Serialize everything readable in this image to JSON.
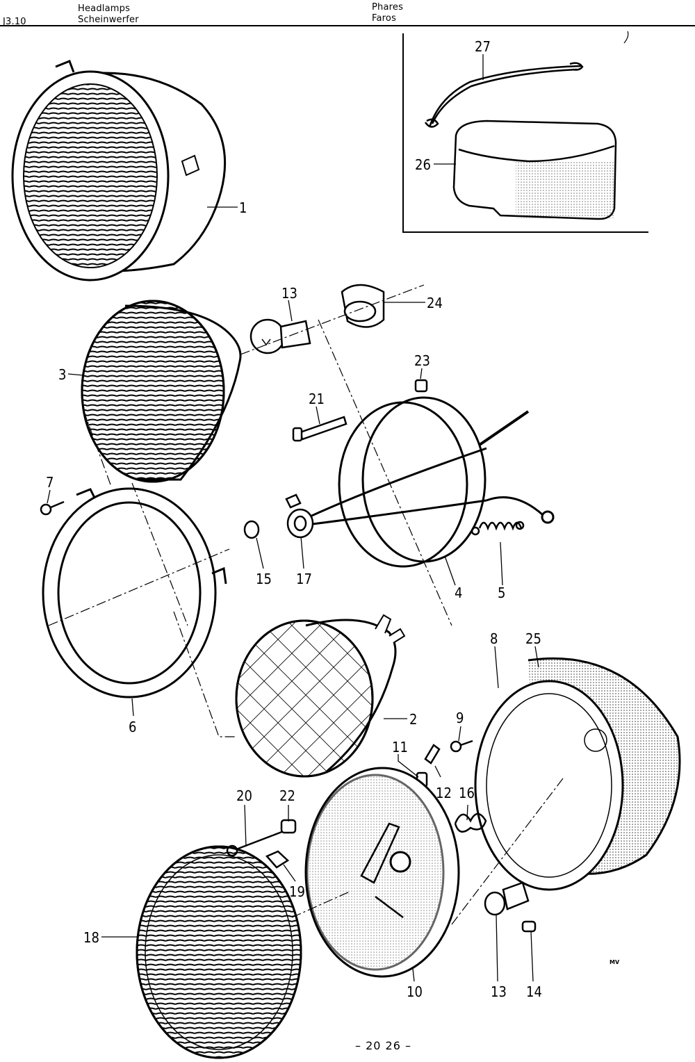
{
  "header": {
    "section_code": "J3.10",
    "title_en": "Headlamps",
    "title_de": "Scheinwerfer",
    "title_fr": "Phares",
    "title_es": "Faros"
  },
  "footer": {
    "page_number": "– 20 26 –",
    "artist_mark": "MV"
  },
  "callouts": [
    "27",
    "26",
    "1",
    "13",
    "24",
    "3",
    "23",
    "21",
    "7",
    "15",
    "17",
    "4",
    "5",
    "8",
    "25",
    "9",
    "6",
    "2",
    "11",
    "12",
    "16",
    "20",
    "22",
    "19",
    "18",
    "10",
    "13",
    "14"
  ],
  "colors": {
    "ink": "#000000",
    "paper": "#ffffff",
    "hatch": "#3a3a3a"
  }
}
